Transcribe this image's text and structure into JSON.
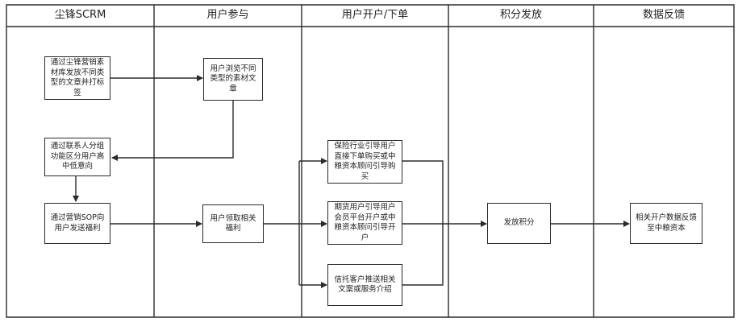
{
  "lanes": {
    "scrm": "尘锋SCRM",
    "participation": "用户参与",
    "account_order": "用户开户/下单",
    "points": "积分发放",
    "feedback": "数据反馈"
  },
  "nodes": {
    "scrm_distribute": "通过尘锋营销素材库发放不同类型的文章并打标签",
    "scrm_segment": "通过联系人分组功能区分用户高中低意向",
    "scrm_sop": "通过营销SOP向用户发送福利",
    "user_browse": "用户浏览不同类型的素材文章",
    "user_claim": "用户领取相关福利",
    "insurance_guide": "保险行业引导用户直接下单购买或中粮资本顾问引导购买",
    "futures_guide": "期货用户引导用户会员平台开户或中粮资本顾问引导开户",
    "trust_push": "信托客户推送相关文案或服务介绍",
    "issue_points": "发放积分",
    "data_feedback": "相关开户数据反馈至中粮资本"
  }
}
